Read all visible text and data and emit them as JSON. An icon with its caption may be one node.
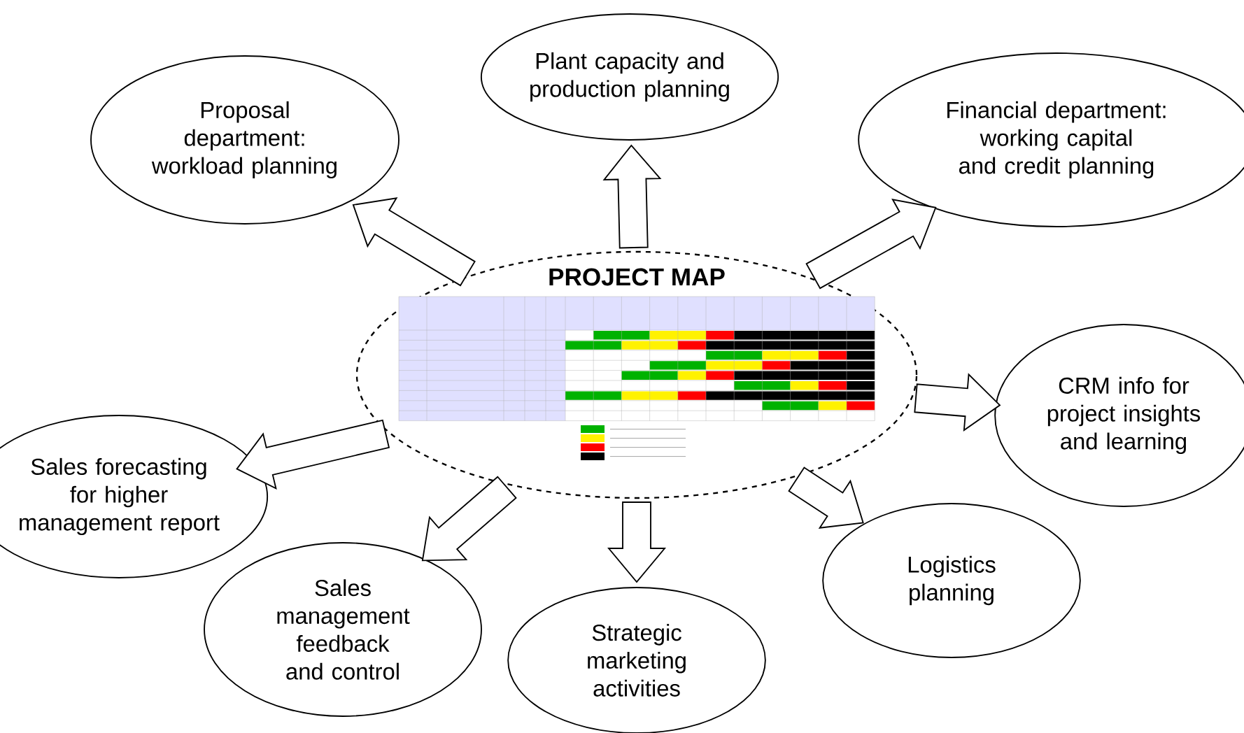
{
  "diagram": {
    "nodes": [
      {
        "text": [
          "PROJECT MAP"
        ]
      },
      {
        "text": [
          "Proposal department: workload planning"
        ]
      },
      {
        "text": [
          "Plant capacity and production planning"
        ]
      },
      {
        "text": [
          "Financial department: working capital and credit planning"
        ]
      },
      {
        "text": [
          "CRM info for project insights and learning"
        ]
      },
      {
        "text": [
          "Sales forecasting for higher management report"
        ]
      },
      {
        "text": [
          "Sales management feedback and control"
        ]
      },
      {
        "text": [
          "Strategic marketing activities"
        ]
      },
      {
        "text": [
          "Logistics planning"
        ]
      }
    ],
    "edges": [
      {
        "from": 0,
        "to": 1,
        "arrow": "to"
      },
      {
        "from": 0,
        "to": 2,
        "arrow": "to"
      },
      {
        "from": 0,
        "to": 3,
        "arrow": "to"
      },
      {
        "from": 0,
        "to": 4,
        "arrow": "to"
      },
      {
        "from": 0,
        "to": 5,
        "arrow": "to"
      },
      {
        "from": 0,
        "to": 6,
        "arrow": "to"
      },
      {
        "from": 0,
        "to": 7,
        "arrow": "to"
      },
      {
        "from": 0,
        "to": 8,
        "arrow": "to"
      }
    ]
  }
}
